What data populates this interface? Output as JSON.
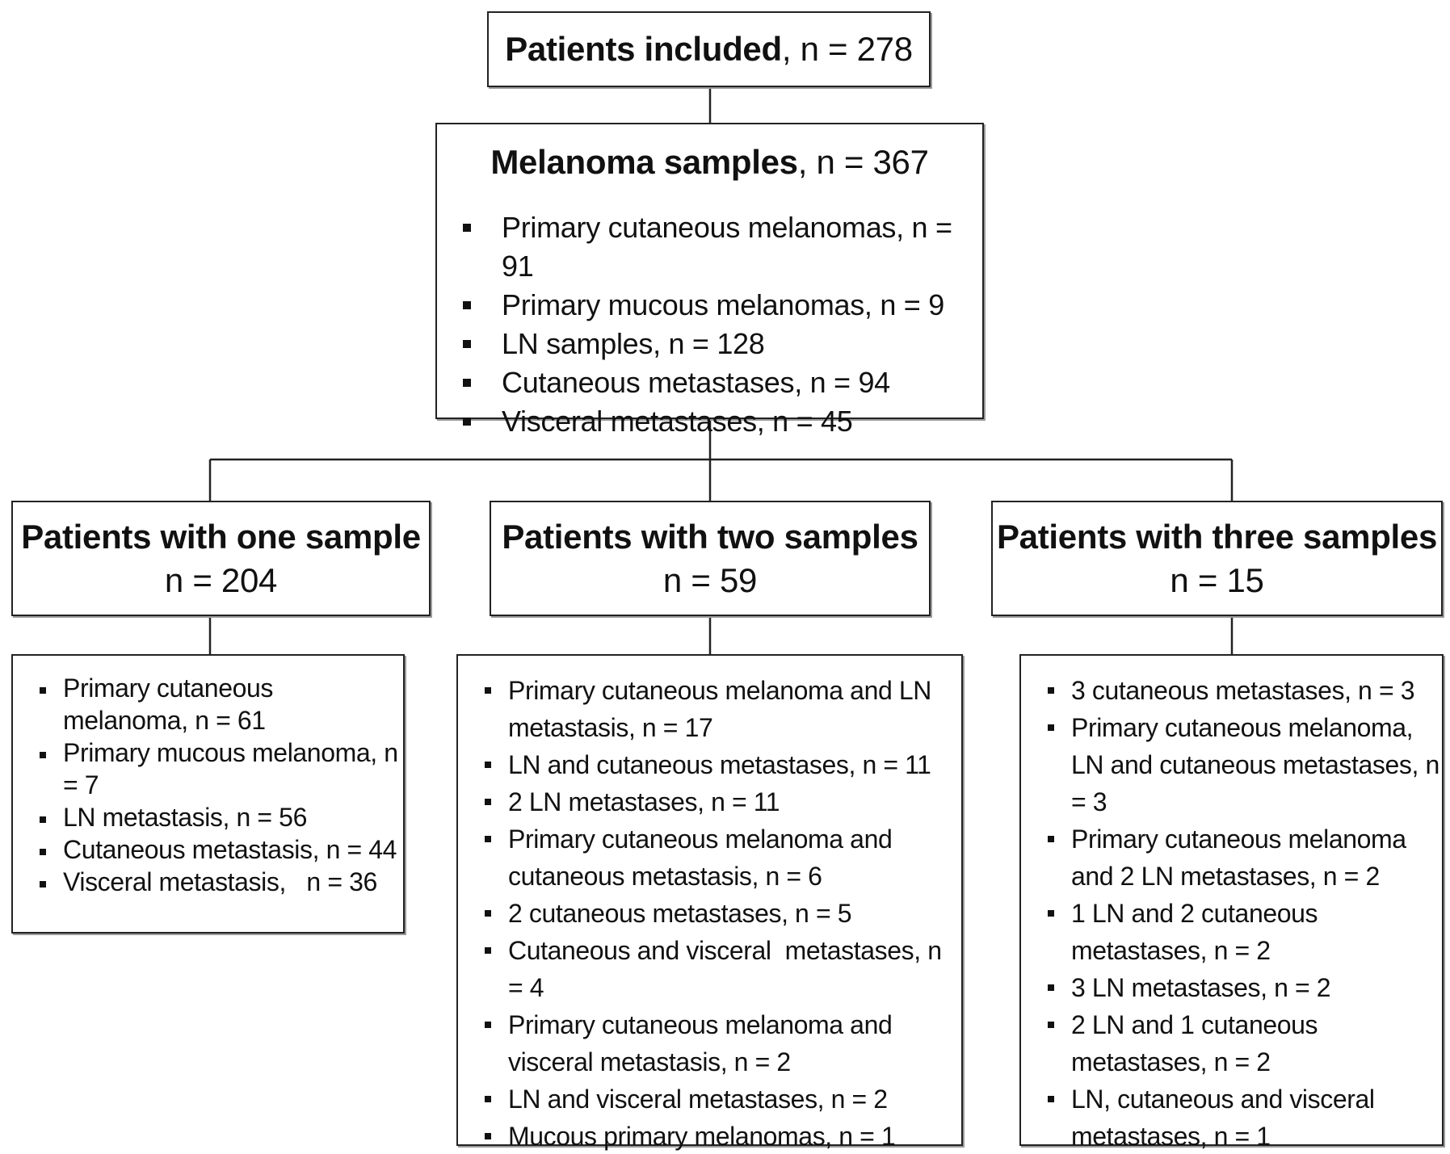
{
  "top": {
    "bold": "Patients included",
    "rest": ", n = 278"
  },
  "samples": {
    "bold": "Melanoma samples",
    "rest": ", n = 367",
    "items": [
      "Primary cutaneous melanomas, n = 91",
      "Primary mucous melanomas, n = 9",
      "LN samples, n = 128",
      "Cutaneous metastases, n = 94",
      "Visceral metastases, n = 45"
    ]
  },
  "groups": {
    "one": {
      "title": "Patients with one sample",
      "count": "n = 204",
      "items": [
        "Primary cutaneous melanoma, n = 61",
        "Primary mucous melanoma, n = 7",
        "LN metastasis, n = 56",
        "Cutaneous metastasis, n = 44",
        "Visceral metastasis,   n = 36"
      ]
    },
    "two": {
      "title": "Patients with two samples",
      "count": "n = 59",
      "items": [
        "Primary cutaneous melanoma and LN metastasis, n = 17",
        "LN and cutaneous metastases, n = 11",
        "2 LN metastases, n = 11",
        "Primary cutaneous melanoma and cutaneous metastasis, n = 6",
        "2 cutaneous metastases, n = 5",
        "Cutaneous and visceral  metastases, n = 4",
        "Primary cutaneous melanoma and visceral metastasis, n = 2",
        "LN and visceral metastases, n = 2",
        "Mucous primary melanomas, n = 1"
      ]
    },
    "three": {
      "title": "Patients with three samples",
      "count": "n = 15",
      "items": [
        "3 cutaneous metastases, n = 3",
        "Primary cutaneous melanoma, LN and cutaneous metastases, n = 3",
        "Primary cutaneous melanoma and 2 LN metastases, n = 2",
        "1 LN and 2 cutaneous metastases, n = 2",
        "3 LN metastases, n = 2",
        "2 LN and 1 cutaneous metastases, n = 2",
        "LN, cutaneous and visceral metastases, n = 1"
      ]
    }
  }
}
